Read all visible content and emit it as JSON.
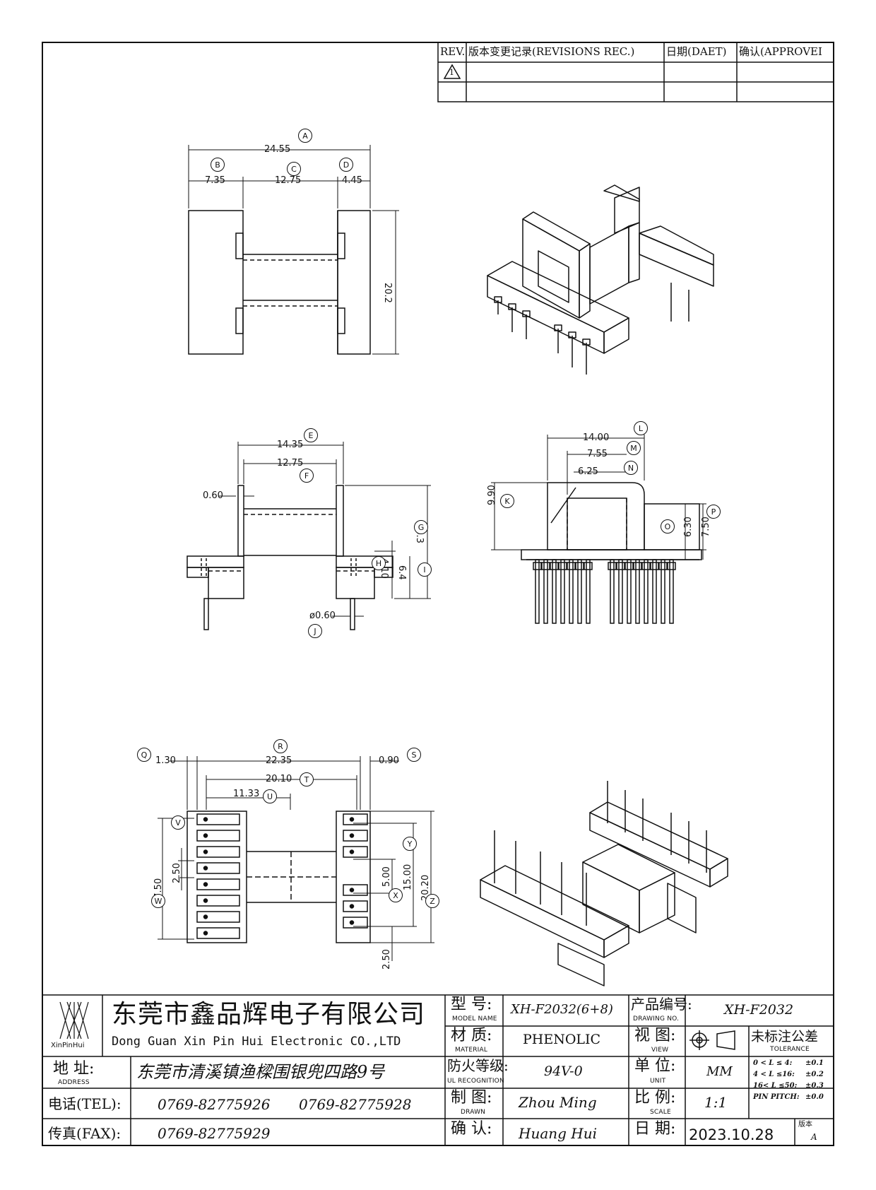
{
  "revisions": {
    "headers": {
      "rev": "REV.",
      "rec": "版本变更记录(REVISIONS REC.)",
      "date": "日期(DAET)",
      "approve": "确认(APPROVEI"
    },
    "rows": [
      {
        "rev": "1",
        "rec": "",
        "date": "",
        "approve": ""
      }
    ]
  },
  "dimensions": {
    "A": "24.55",
    "B": "7.35",
    "C": "12.75",
    "D": "4.45",
    "height_top": "20.2",
    "E": "14.35",
    "F": "12.75",
    "left_wall": "0.60",
    "G": "16.3",
    "H": "4.10",
    "I": "6.4",
    "J": "ø0.60",
    "L": "14.00",
    "M": "7.55",
    "N": "6.25",
    "K": "9.90",
    "O": "6.30",
    "P": "7.50",
    "Q": "1.30",
    "R": "22.35",
    "S": "0.90",
    "T": "20.10",
    "U": "11.33",
    "V": "2.50",
    "W": "17.50",
    "X": "5.00",
    "Y": "15.00",
    "Z": "20.20",
    "pitch_bottom": "2.50"
  },
  "callouts": [
    "A",
    "B",
    "C",
    "D",
    "E",
    "F",
    "G",
    "H",
    "I",
    "J",
    "K",
    "L",
    "M",
    "N",
    "O",
    "P",
    "Q",
    "R",
    "S",
    "T",
    "U",
    "V",
    "W",
    "X",
    "Y",
    "Z"
  ],
  "title_block": {
    "company_cn": "东莞市鑫品辉电子有限公司",
    "company_en": "Dong Guan Xin Pin Hui Electronic CO.,LTD",
    "logo_text": "XinPinHui",
    "address_label": "地  址:",
    "address_label_en": "ADDRESS",
    "address_value": "东莞市清溪镇渔樑围银兜四路9号",
    "tel_label": "电话(TEL):",
    "tel_value_1": "0769-82775926",
    "tel_value_2": "0769-82775928",
    "fax_label": "传真(FAX):",
    "fax_value": "0769-82775929",
    "model_label": "型  号:",
    "model_label_en": "MODEL NAME",
    "model_value": "XH-F2032(6+8)",
    "material_label": "材  质:",
    "material_label_en": "MATERIAL",
    "material_value": "PHENOLIC",
    "fire_label": "防火等级:",
    "fire_label_en": "UL RECOGNITION",
    "fire_value": "94V-0",
    "drawn_label": "制  图:",
    "drawn_label_en": "DRAWN",
    "drawn_value": "Zhou Ming",
    "confirm_label": "确  认:",
    "confirm_value": "Huang Hui",
    "drawing_no_label": "产品编号:",
    "drawing_no_label_en": "DRAWING NO.",
    "drawing_no_value": "XH-F2032",
    "view_label": "视  图:",
    "view_label_en": "VIEW",
    "unit_label": "单  位:",
    "unit_label_en": "UNIT",
    "unit_value": "MM",
    "scale_label": "比  例:",
    "scale_label_en": "SCALE",
    "scale_value": "1:1",
    "date_label": "日  期:",
    "date_value": "2023.10.28",
    "tolerance_label": "未标注公差",
    "tolerance_label_en": "TOLERANCE",
    "tolerance_rows": [
      {
        "range": "0 < L ≤ 4:",
        "value": "±0.1"
      },
      {
        "range": "4 < L ≤16:",
        "value": "±0.2"
      },
      {
        "range": "16< L ≤50:",
        "value": "±0.3"
      },
      {
        "range": "PIN PITCH:",
        "value": "±0.0"
      }
    ],
    "version_label": "版本",
    "version_value": "A"
  }
}
